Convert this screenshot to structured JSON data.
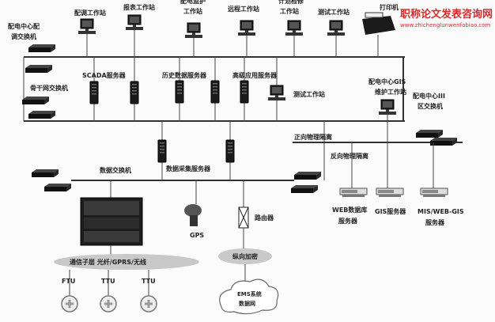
{
  "labels": {
    "dispatch_workstation": "配调工作站",
    "report_workstation": "报表工作站",
    "monitor_workstation": "配电监护\n工作站",
    "remote_workstation": "远程工作站",
    "planning_workstation": "计划检修\n工作站",
    "test_workstation_top": "测试工作站",
    "printer": "打印机",
    "center_switch": "配电中心配\n调交换机",
    "scada_server": "SCADA服务器",
    "history_server": "历史数据服务器",
    "advanced_server": "高级应用服务器",
    "test_workstation_mid": "测试工作站",
    "backbone_switch": "骨干网交换机",
    "gis_maintenance": "配电中心GIS\n维护工作站",
    "forward_isolation": "正向物理隔离",
    "reverse_isolation": "反向物理隔离",
    "iii_switch": "配电中心III\n区交换机",
    "data_switch": "数据交换机",
    "data_acq_server": "数据采集服务器",
    "web_db_server": "WEB数据库\n服务器",
    "gis_server": "GIS服务器",
    "mis_server": "MIS/WEB-GIS\n服务器",
    "gps": "GPS",
    "router": "路由器",
    "vertical_encryption": "纵向加密",
    "comm_layer": "通信子层 光纤/GPRS/无线",
    "ftu": "FTU",
    "ttu1": "TTU",
    "ttu2": "TTU",
    "ems_network": "EMS系统\n数据网"
  },
  "watermark": {
    "title": "职称论文发表咨询网",
    "url": "www.zhichenglunwenfabiao.com"
  }
}
